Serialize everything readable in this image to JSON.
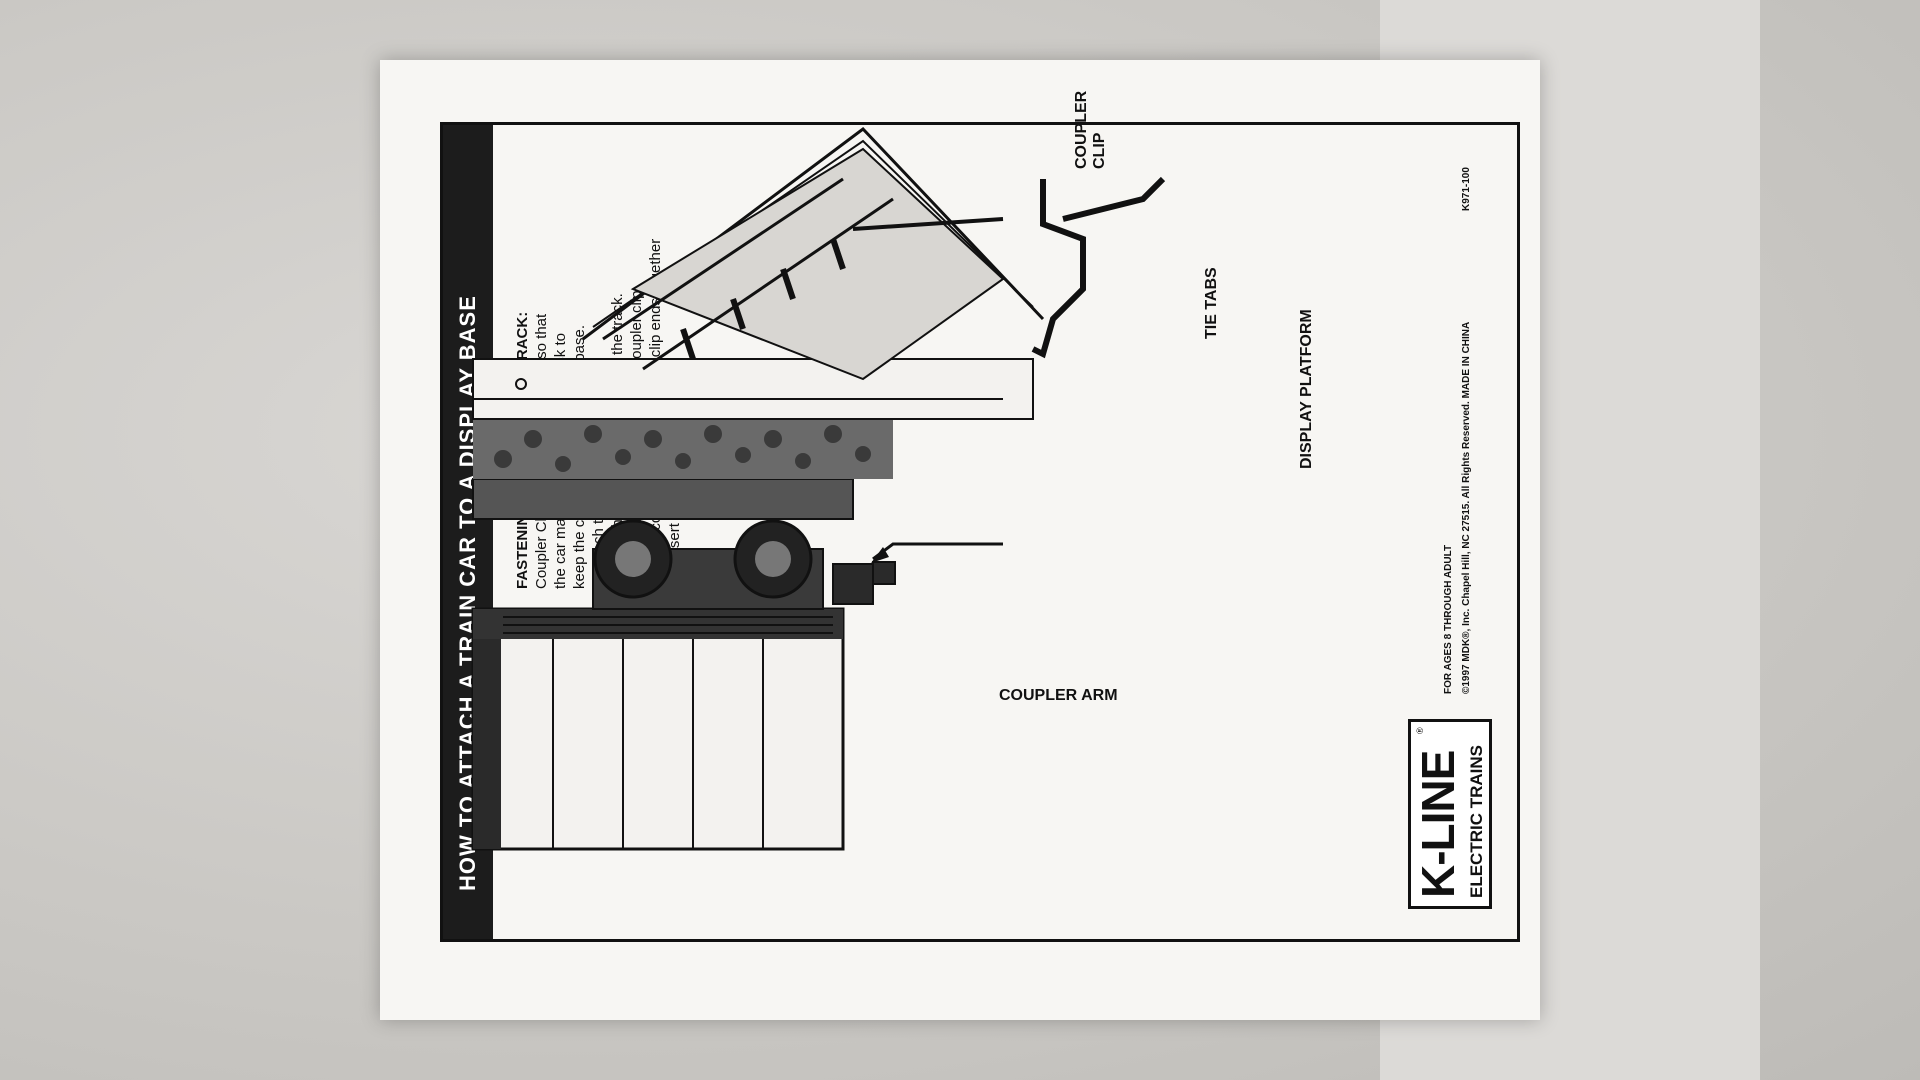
{
  "document": {
    "title": "HOW TO ATTACH A TRAIN CAR TO A DISPLAY BASE",
    "instructions_heading": "FASTENING THE CAR TO THE TRACK:",
    "instructions_lines": [
      "Coupler Clips have been provided so that",
      "the car may be attached to the track to",
      "keep the car from rolling off of the base.",
      "To attach the car to the track,",
      "snap off the tie tabs at each end of the track.",
      "With the car on the track, slip the coupler clip",
      "over the coupler arm, squeeze the clip ends together",
      "and insert into the tie opening."
    ],
    "labels": {
      "coupler_arm": "COUPLER ARM",
      "coupler_clip": "COUPLER CLIP",
      "display_platform": "DISPLAY PLATFORM",
      "tie_tabs": "TIE TABS"
    },
    "brand": {
      "name": "K-LINE",
      "registered": "®",
      "subtitle": "ELECTRIC TRAINS"
    },
    "footer": {
      "ages": "FOR AGES 8 THROUGH ADULT",
      "copyright": "©1997 MDK®, Inc. Chapel Hill, NC 27515. All Rights Reserved. MADE IN CHINA",
      "part_number": "K971-100"
    }
  }
}
